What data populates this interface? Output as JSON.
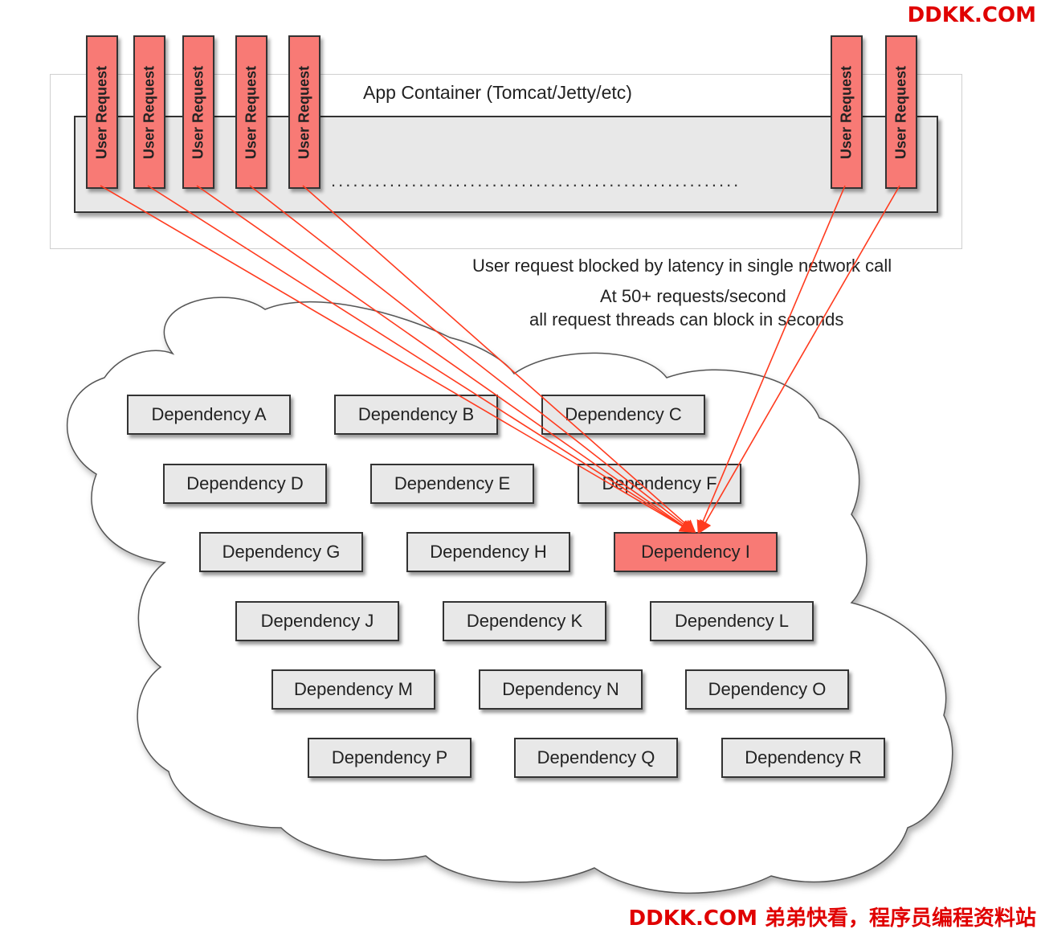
{
  "watermark": {
    "top": "DDKK.COM",
    "bottom": "DDKK.COM 弟弟快看，程序员编程资料站"
  },
  "container": {
    "label": "App Container (Tomcat/Jetty/etc)",
    "ellipsis": "........................................................"
  },
  "requests": [
    {
      "label": "User Request"
    },
    {
      "label": "User Request"
    },
    {
      "label": "User Request"
    },
    {
      "label": "User Request"
    },
    {
      "label": "User Request"
    },
    {
      "label": "User Request"
    },
    {
      "label": "User Request"
    }
  ],
  "captions": {
    "line1": "User request blocked by latency in single network call",
    "line2": "At 50+ requests/second",
    "line3": "all request threads can block in seconds"
  },
  "dependencies": [
    {
      "label": "Dependency A",
      "blocked": false
    },
    {
      "label": "Dependency B",
      "blocked": false
    },
    {
      "label": "Dependency C",
      "blocked": false
    },
    {
      "label": "Dependency D",
      "blocked": false
    },
    {
      "label": "Dependency E",
      "blocked": false
    },
    {
      "label": "Dependency F",
      "blocked": false
    },
    {
      "label": "Dependency G",
      "blocked": false
    },
    {
      "label": "Dependency H",
      "blocked": false
    },
    {
      "label": "Dependency I",
      "blocked": true
    },
    {
      "label": "Dependency J",
      "blocked": false
    },
    {
      "label": "Dependency K",
      "blocked": false
    },
    {
      "label": "Dependency L",
      "blocked": false
    },
    {
      "label": "Dependency M",
      "blocked": false
    },
    {
      "label": "Dependency N",
      "blocked": false
    },
    {
      "label": "Dependency O",
      "blocked": false
    },
    {
      "label": "Dependency P",
      "blocked": false
    },
    {
      "label": "Dependency Q",
      "blocked": false
    },
    {
      "label": "Dependency R",
      "blocked": false
    }
  ],
  "colors": {
    "request_fill": "#f87a75",
    "arrow": "#ff3b1f",
    "dependency_fill": "#e8e8e8",
    "blocked_fill": "#f87a75",
    "watermark": "#e00000"
  }
}
